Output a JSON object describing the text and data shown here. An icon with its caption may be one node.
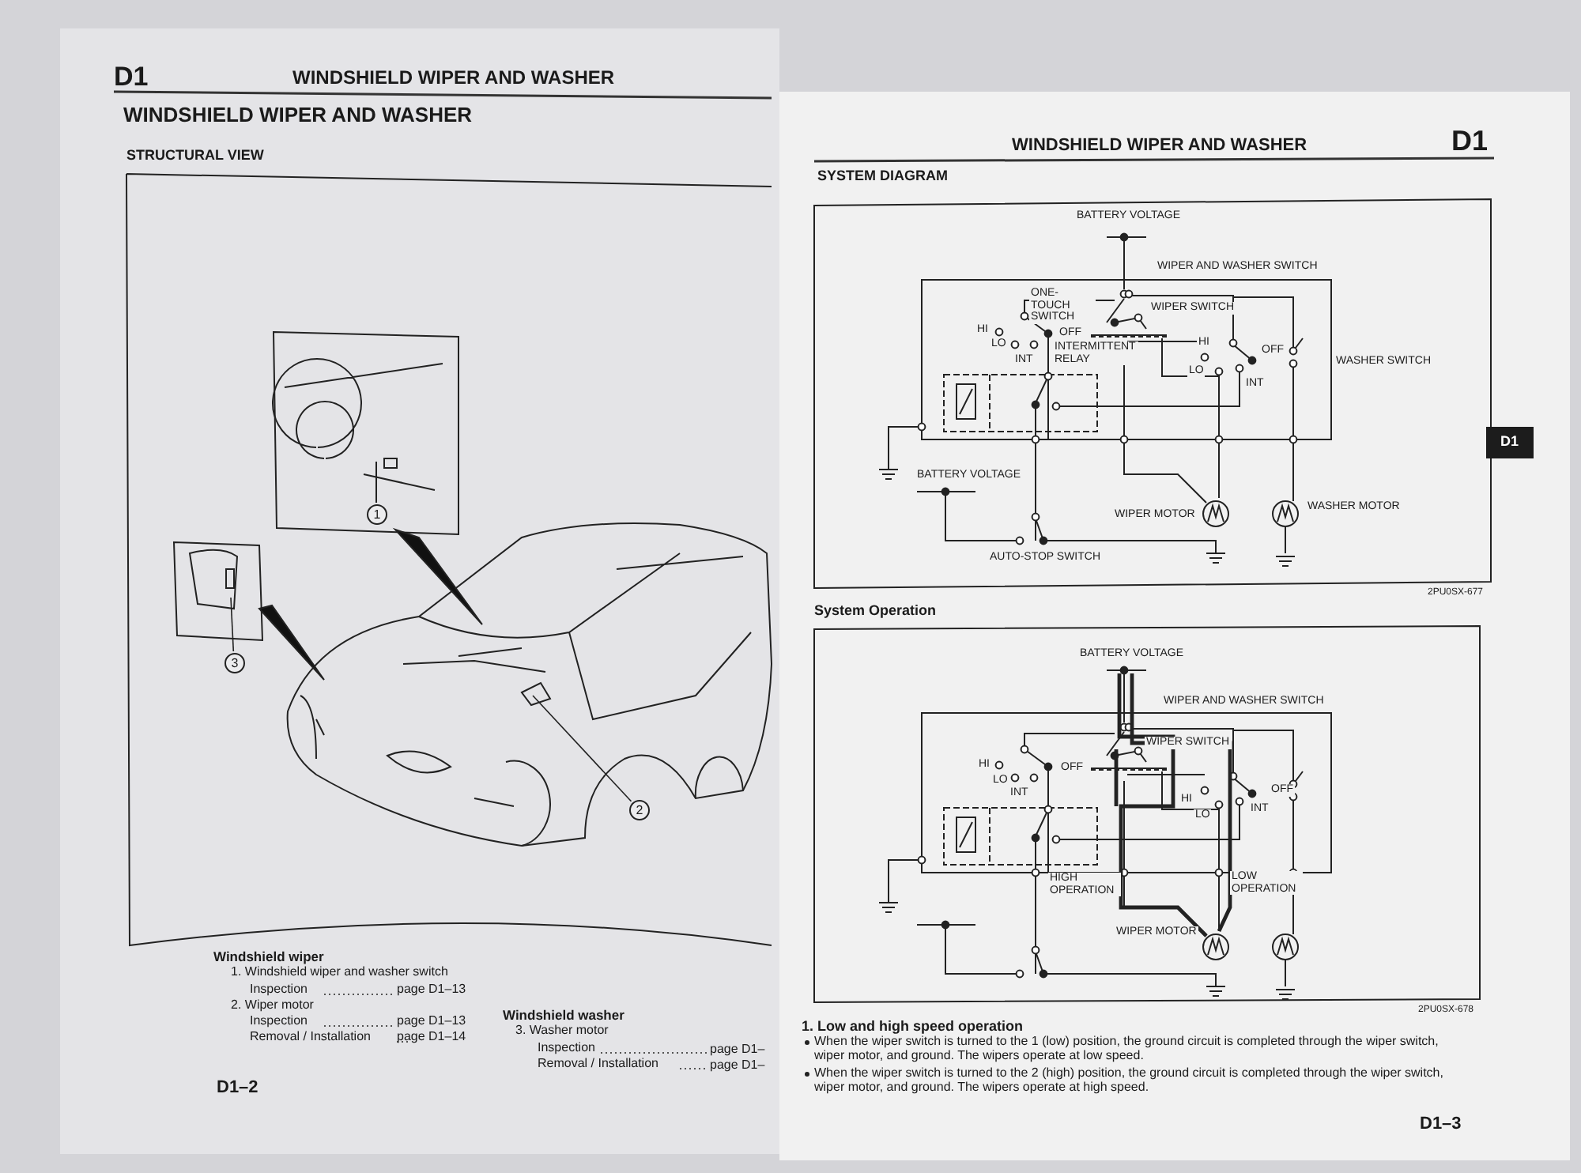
{
  "diagram": {
    "nodes": [
      {
        "text": [
          "1"
        ]
      },
      {
        "text": [
          "2"
        ]
      },
      {
        "text": [
          "3"
        ]
      }
    ],
    "edges": [
      {
        "from": 0,
        "to": null,
        "arrow": "none"
      },
      {
        "from": 1,
        "to": null,
        "arrow": "none"
      },
      {
        "from": 2,
        "to": null,
        "arrow": "none"
      }
    ],
    "labels": [
      "D1",
      "WINDSHIELD WIPER AND WASHER",
      "WINDSHIELD WIPER AND WASHER",
      "STRUCTURAL VIEW",
      "Windshield wiper",
      "1. Windshield wiper and washer switch",
      "Inspection",
      "page D1–13",
      "2. Wiper motor",
      "Inspection",
      "page D1–13",
      "Removal / Installation",
      "page D1–14",
      "Windshield washer",
      "3. Washer motor",
      "Inspection",
      "page D1–",
      "Removal / Installation",
      "page D1–",
      "D1–2",
      "WINDSHIELD WIPER AND WASHER",
      "D1",
      "SYSTEM DIAGRAM",
      "BATTERY VOLTAGE",
      "WIPER AND WASHER SWITCH",
      "ONE-TOUCH SWITCH",
      "WIPER SWITCH",
      "HI",
      "LO",
      "OFF",
      "INT",
      "INTERMITTENT RELAY",
      "HI",
      "OFF",
      "LO",
      "INT",
      "WASHER SWITCH",
      "BATTERY VOLTAGE",
      "WIPER MOTOR",
      "WASHER MOTOR",
      "AUTO-STOP SWITCH",
      "2PU0SX-677",
      "D1",
      "System Operation",
      "BATTERY VOLTAGE",
      "WIPER AND WASHER SWITCH",
      "WIPER SWITCH",
      "HI",
      "OFF",
      "LO",
      "INT",
      "OFF",
      "HI",
      "LO",
      "INT",
      "HIGH OPERATION",
      "LOW OPERATION",
      "WIPER MOTOR",
      "2PU0SX-678",
      "1. Low and high speed operation",
      "When the wiper switch is turned to the 1 (low) position, the ground circuit is completed through the wiper switch, wiper motor, and ground.  The wipers operate at low speed.",
      "When the wiper switch is turned to the 2 (high) position, the ground circuit is completed through the wiper switch, wiper motor, and ground.  The wipers operate at high speed.",
      "D1–3"
    ]
  }
}
